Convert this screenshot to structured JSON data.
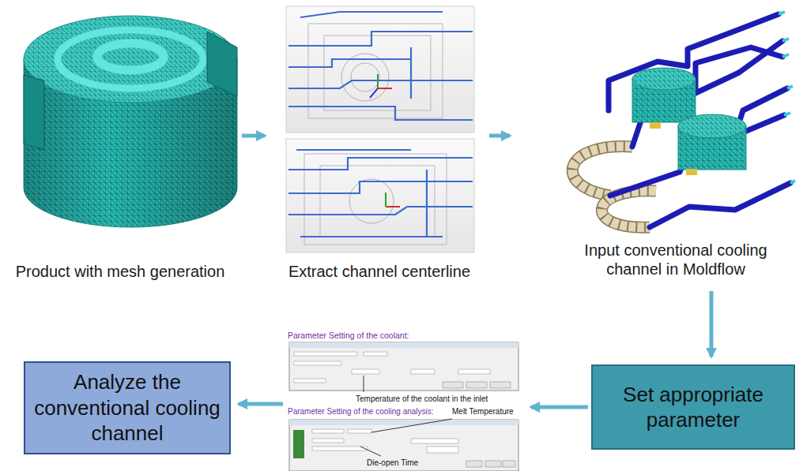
{
  "diagram": {
    "nodes": [
      {
        "text": [
          "Product with mesh generation"
        ]
      },
      {
        "text": [
          "Extract channel centerline"
        ]
      },
      {
        "text": [
          "Input conventional cooling channel in Moldflow"
        ]
      },
      {
        "text": [
          "Set appropriate parameter"
        ]
      },
      {
        "text": [
          "Parameter Setting of the coolant:",
          "Temperature of the coolant in the inlet",
          "Parameter Setting of the cooling analysis:",
          "Melt Temperature",
          "Die-open Time"
        ]
      },
      {
        "text": [
          "Analyze the conventional cooling channel"
        ]
      }
    ],
    "edges": [
      {
        "from": 0,
        "to": 1,
        "arrow": "to"
      },
      {
        "from": 1,
        "to": 2,
        "arrow": "to"
      },
      {
        "from": 2,
        "to": 3,
        "arrow": "to"
      },
      {
        "from": 3,
        "to": 4,
        "arrow": "to"
      },
      {
        "from": 4,
        "to": 5,
        "arrow": "to"
      }
    ]
  }
}
